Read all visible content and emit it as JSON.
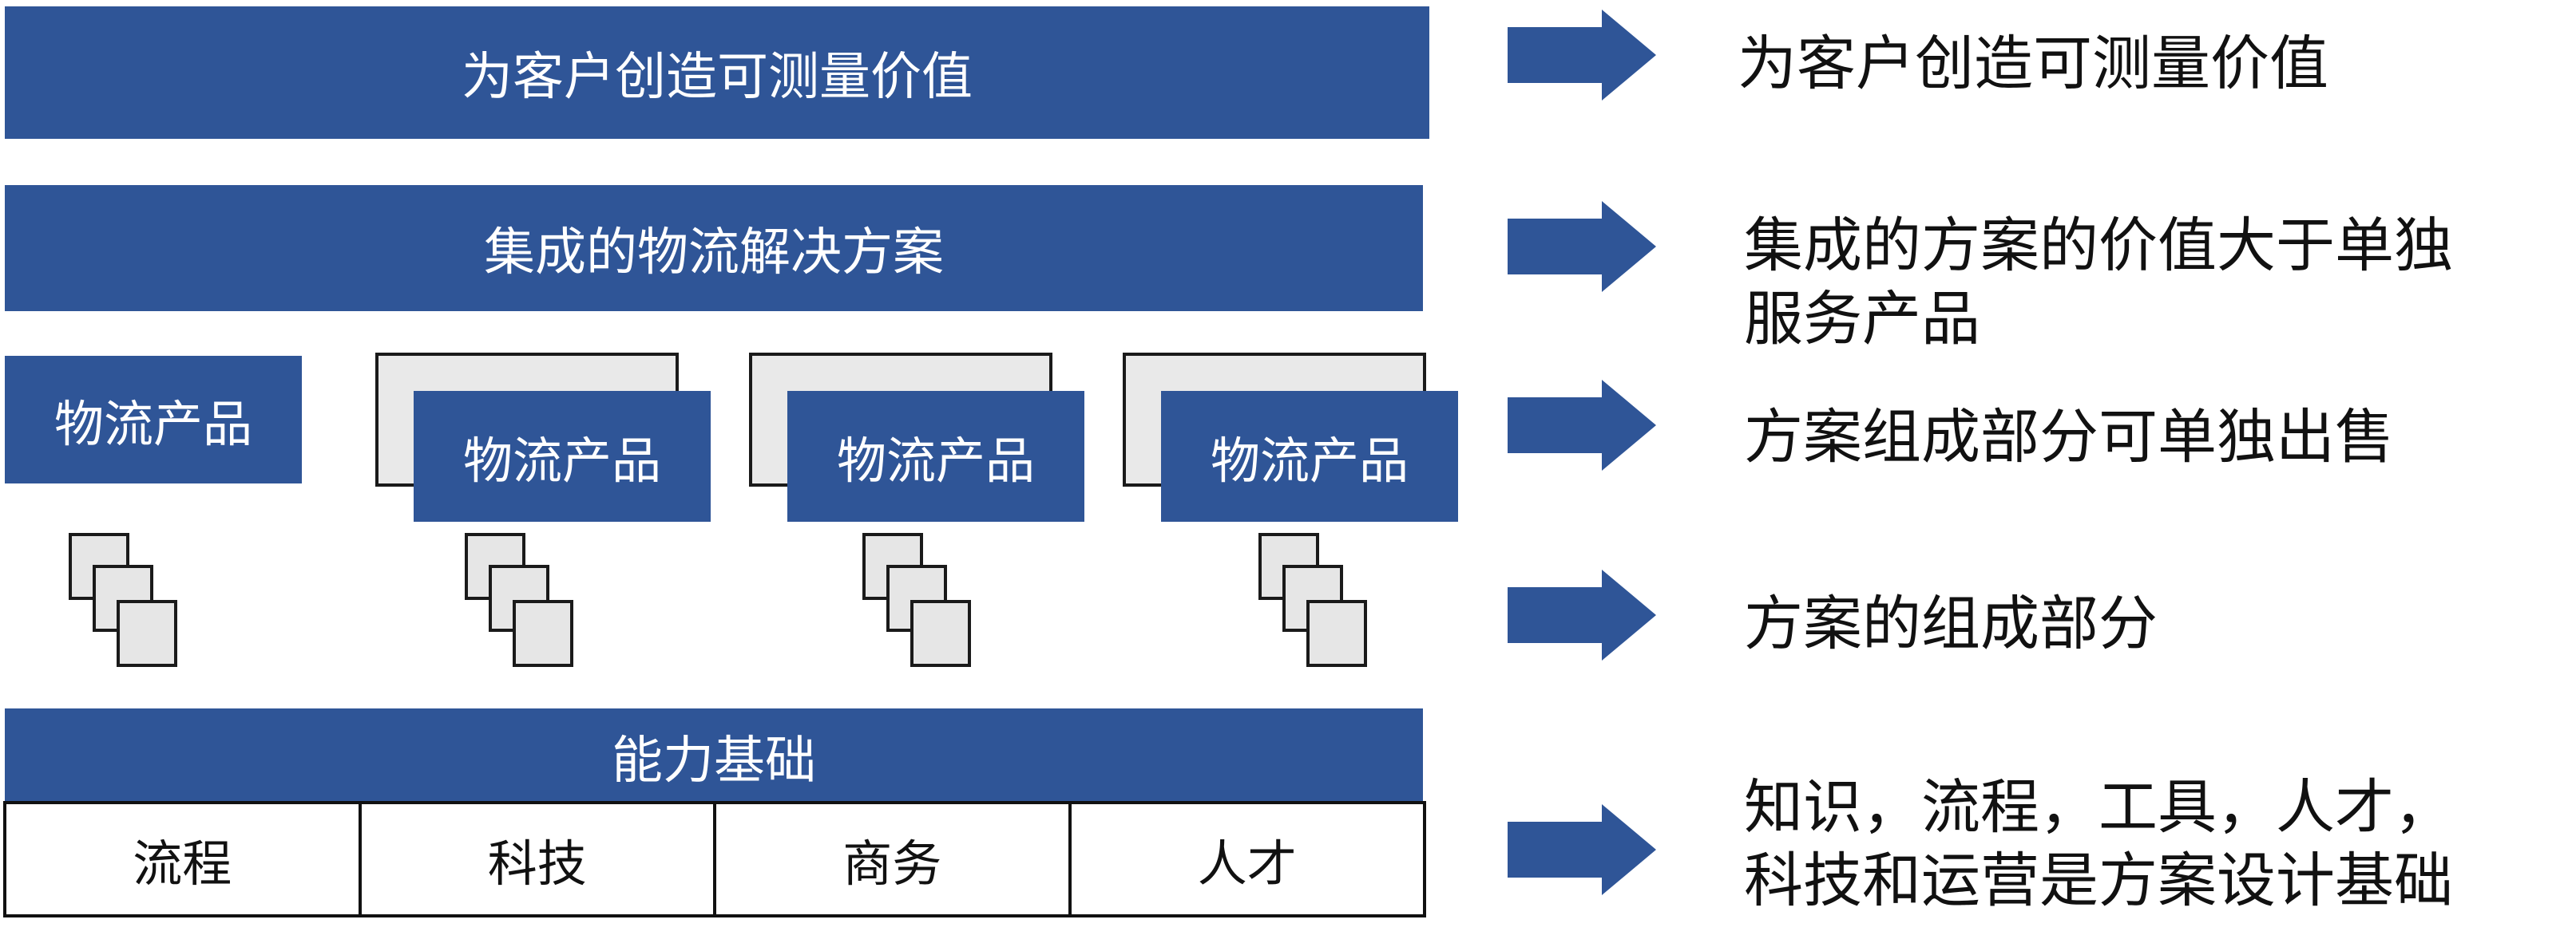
{
  "left": {
    "top_band": "为客户创造可测量价值",
    "solution_band": "集成的物流解决方案",
    "products": [
      "物流产品",
      "物流产品",
      "物流产品",
      "物流产品"
    ],
    "foundation_band": "能力基础",
    "foundation_items": [
      "流程",
      "科技",
      "商务",
      "人才"
    ]
  },
  "right": {
    "t1": "为客户创造可测量价值",
    "t2_line1": "集成的方案的价值大于单独",
    "t2_line2": "服务产品",
    "t3": "方案组成部分可单独出售",
    "t4": "方案的组成部分",
    "t5_line1": "知识，流程，工具，人才，",
    "t5_line2": "科技和运营是方案设计基础"
  },
  "colors": {
    "accent": "#2f5597",
    "doc_fill": "#e6e6e6",
    "outline": "#1a1a1a"
  },
  "icons": {
    "arrow": "right-arrow-icon",
    "doc": "document-stack-icon"
  }
}
